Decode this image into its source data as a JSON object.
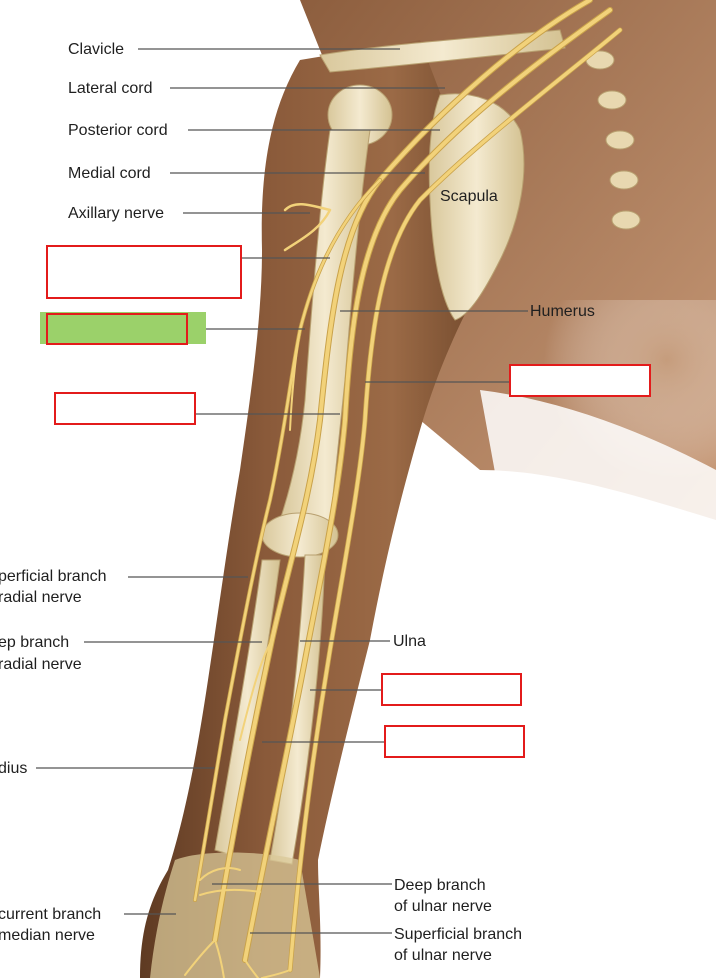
{
  "labels": {
    "clavicle": "Clavicle",
    "lateral_cord": "Lateral cord",
    "posterior_cord": "Posterior cord",
    "medial_cord": "Medial cord",
    "axillary_nerve": "Axillary nerve",
    "scapula": "Scapula",
    "humerus": "Humerus",
    "superficial_branch_radial_1": "perficial branch",
    "superficial_branch_radial_2": "radial nerve",
    "deep_branch_radial_1": "ep branch",
    "deep_branch_radial_2": "radial nerve",
    "ulna": "Ulna",
    "radius": "dius",
    "deep_branch_ulnar_1": "Deep branch",
    "deep_branch_ulnar_2": "of ulnar nerve",
    "recurrent_branch_median_1": "current branch",
    "recurrent_branch_median_2": "median nerve",
    "superficial_branch_ulnar_1": "Superficial branch",
    "superficial_branch_ulnar_2": "of ulnar nerve"
  },
  "answer_boxes": [
    {
      "id": "box-1",
      "highlighted": false
    },
    {
      "id": "box-2",
      "highlighted": true
    },
    {
      "id": "box-3",
      "highlighted": false
    },
    {
      "id": "box-4",
      "highlighted": false
    },
    {
      "id": "box-5",
      "highlighted": false
    },
    {
      "id": "box-6",
      "highlighted": false
    }
  ],
  "colors": {
    "skin": "#8a5a3a",
    "skin_dark": "#5e3a22",
    "bone": "#efe3c0",
    "nerve": "#f2d27a",
    "nerve_dark": "#c9a24a",
    "leader_line": "#555555",
    "box_border": "#e31b1b",
    "highlight": "#9bd16a"
  }
}
